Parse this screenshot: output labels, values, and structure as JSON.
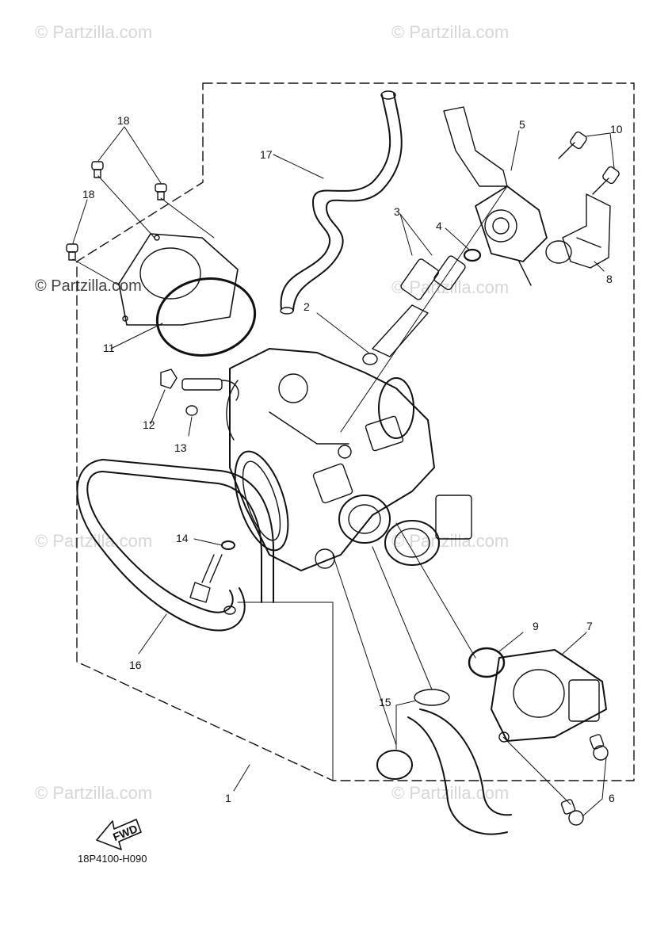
{
  "watermarks": {
    "text": "© Partzilla.com"
  },
  "diagram_code": "18P4100-H090",
  "fwd_label": "FWD",
  "callouts": [
    {
      "id": "1",
      "label": "1"
    },
    {
      "id": "2",
      "label": "2"
    },
    {
      "id": "3",
      "label": "3"
    },
    {
      "id": "4",
      "label": "4"
    },
    {
      "id": "5",
      "label": "5"
    },
    {
      "id": "6",
      "label": "6"
    },
    {
      "id": "7",
      "label": "7"
    },
    {
      "id": "8",
      "label": "8"
    },
    {
      "id": "9",
      "label": "9"
    },
    {
      "id": "10",
      "label": "10"
    },
    {
      "id": "11",
      "label": "11"
    },
    {
      "id": "12",
      "label": "12"
    },
    {
      "id": "13",
      "label": "13"
    },
    {
      "id": "14",
      "label": "14"
    },
    {
      "id": "15",
      "label": "15"
    },
    {
      "id": "16",
      "label": "16"
    },
    {
      "id": "17",
      "label": "17"
    },
    {
      "id": "18a",
      "label": "18"
    },
    {
      "id": "18b",
      "label": "18"
    }
  ],
  "colors": {
    "line": "#111111",
    "watermark": "#d6d6d6"
  }
}
